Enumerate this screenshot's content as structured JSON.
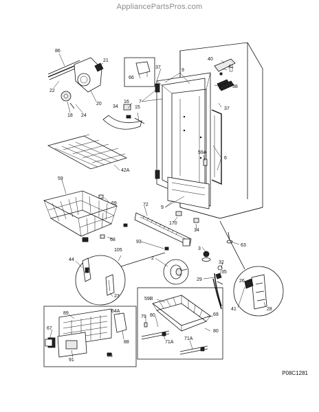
{
  "header": {
    "site": "AppliancePartsPros.com"
  },
  "diagram_code": "P08C1281",
  "parts": {
    "p86a": "86",
    "p21": "21",
    "p22": "22",
    "p20": "20",
    "p18": "18",
    "p24": "24",
    "p66": "66",
    "p37a": "37",
    "p9a": "9",
    "p40": "40",
    "p41a": "41",
    "p38": "38",
    "p37b": "37",
    "p7": "7",
    "p16": "16",
    "p34": "34",
    "p15": "15",
    "p42a": "42A",
    "p59a": "59A",
    "p6": "6",
    "p59": "59",
    "p69a": "69",
    "p72": "72",
    "p9b": "9",
    "p170": "170",
    "p14": "14",
    "p68": "68",
    "p105": "105",
    "p93": "93",
    "p3": "3",
    "p63": "63",
    "p44": "44",
    "p2": "2",
    "p32": "32",
    "p35": "35",
    "p29": "29",
    "p26": "26",
    "p23": "23",
    "p41b": "41",
    "p28": "28",
    "p59b": "59B",
    "p79": "79",
    "p80a": "80",
    "p69b": "69",
    "p71a1": "71A",
    "p80b": "80",
    "p71a2": "71A",
    "p89": "89",
    "p64a": "64A",
    "p67": "67",
    "p88": "88",
    "p91": "91",
    "p86b": "86"
  }
}
